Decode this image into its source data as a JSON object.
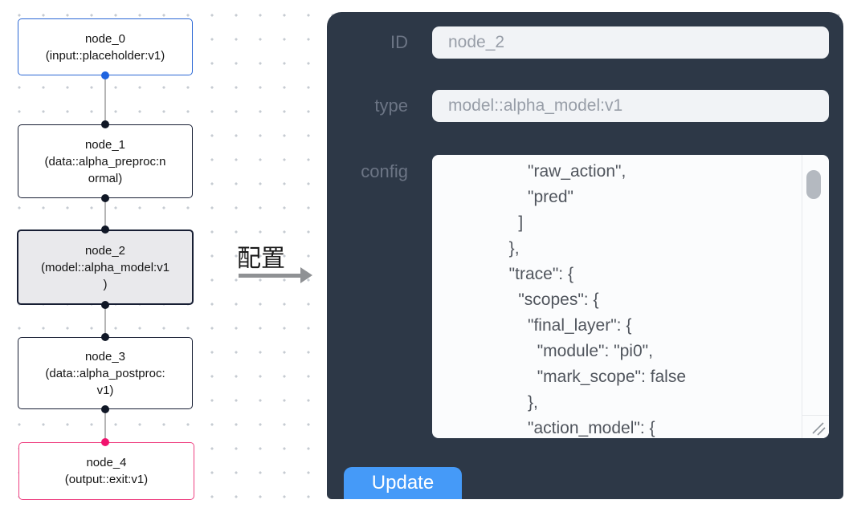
{
  "flow": {
    "nodes": [
      {
        "name": "node_0",
        "type": "(input::placeholder:v1)",
        "state": "normal",
        "display_lines": [
          "node_0",
          "(input::placeholder:v1)"
        ]
      },
      {
        "name": "node_1",
        "type": "(data::alpha_preproc:normal)",
        "state": "normal",
        "display_lines": [
          "node_1",
          "(data::alpha_preproc:n",
          "ormal)"
        ]
      },
      {
        "name": "node_2",
        "type": "(model::alpha_model:v1)",
        "state": "selected",
        "display_lines": [
          "node_2",
          "(model::alpha_model:v1",
          ")"
        ]
      },
      {
        "name": "node_3",
        "type": "(data::alpha_postproc:v1)",
        "state": "normal",
        "display_lines": [
          "node_3",
          "(data::alpha_postproc:",
          "v1)"
        ]
      },
      {
        "name": "node_4",
        "type": "(output::exit:v1)",
        "state": "normal",
        "display_lines": [
          "node_4",
          "(output::exit:v1)"
        ]
      }
    ]
  },
  "transition": {
    "label": "配置"
  },
  "inspector": {
    "fields": {
      "id": {
        "label": "ID",
        "value": "node_2"
      },
      "type": {
        "label": "type",
        "value": "model::alpha_model:v1"
      },
      "config": {
        "label": "config",
        "value": "                  \"raw_action\",\n                  \"pred\"\n                ]\n              },\n              \"trace\": {\n                \"scopes\": {\n                  \"final_layer\": {\n                    \"module\": \"pi0\",\n                    \"mark_scope\": false\n                  },\n                  \"action_model\": {"
      }
    },
    "update_button": "Update"
  },
  "colors": {
    "panel_bg": "#2d3847",
    "accent_button_blue": "#459af8",
    "node_input_border_blue": "#2c68d5",
    "node_default_border": "#171e33",
    "node_selected_bg": "#e9e9ec",
    "node_output_border_pink": "#ee4081",
    "handle_pink": "#f1146e",
    "handle_blue": "#1f64e0",
    "edge_gray": "#b5b5b5"
  }
}
